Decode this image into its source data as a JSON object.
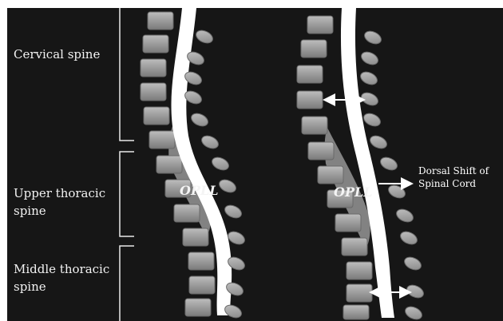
{
  "figure": {
    "region_labels": {
      "cervical": "Cervical spine",
      "upper_thoracic": "Upper thoracic\nspine",
      "middle_thoracic": "Middle thoracic\nspine"
    },
    "opll_label": "OPLL",
    "shift_annotation": "Dorsal Shift of\nSpinal Cord"
  },
  "colors": {
    "background": "#161616",
    "vertebra_body": "#9a9a9a",
    "spinous_process": "#a8a8a8",
    "spinal_cord": "#ffffff",
    "opll_mass": "#8e8e8e",
    "bracket": "#e8e8e8"
  }
}
